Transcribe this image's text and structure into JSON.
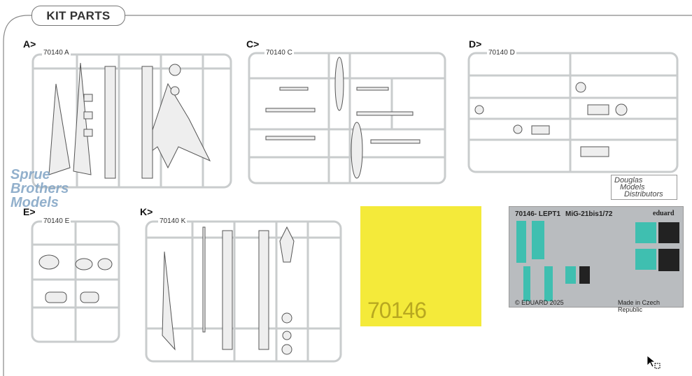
{
  "header": {
    "title": "KIT PARTS"
  },
  "sprues": [
    {
      "label": "A>",
      "code": "70140 A"
    },
    {
      "label": "C>",
      "code": "70140 C"
    },
    {
      "label": "D>",
      "code": "70140 D"
    },
    {
      "label": "E>",
      "code": "70140 E"
    },
    {
      "label": "K>",
      "code": "70140 K"
    }
  ],
  "watermark": {
    "line1": "Sprue",
    "line2": "Brothers",
    "line3": "Models"
  },
  "distributor": {
    "line1": "Douglas",
    "line2": "Models",
    "line3": "Distributors"
  },
  "mask": {
    "number": "70146",
    "color": "#f4ea3a"
  },
  "photoetch": {
    "code": "70146- LEPT1",
    "model": "MiG-21bis",
    "scale": "1/72",
    "brand": "eduard",
    "copyright": "© EDUARD 2025",
    "origin": "Made in Czech Republic",
    "color": "#b9bcbf",
    "accent": "#3fbfb0"
  }
}
